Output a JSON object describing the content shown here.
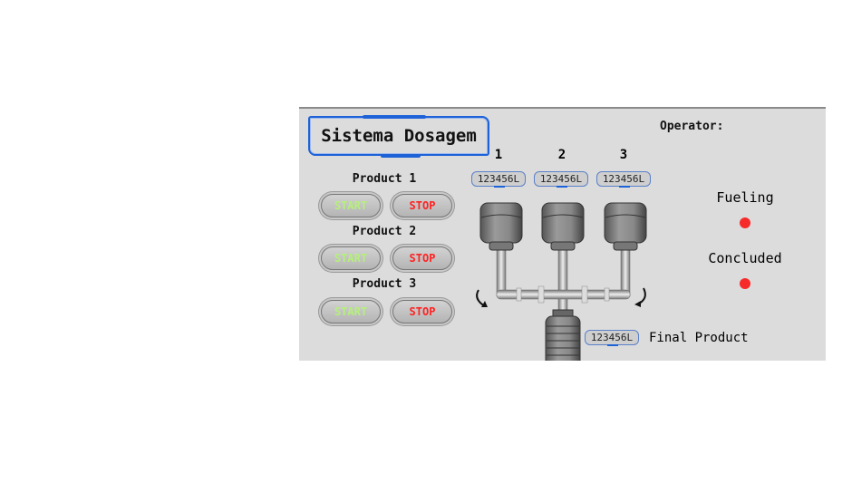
{
  "title": "Sistema Dosagem",
  "operator_label": "Operator:",
  "tanks": [
    {
      "number": "1",
      "value": "123456L"
    },
    {
      "number": "2",
      "value": "123456L"
    },
    {
      "number": "3",
      "value": "123456L"
    }
  ],
  "products": [
    {
      "label": "Product 1",
      "start": "START",
      "stop": "STOP"
    },
    {
      "label": "Product 2",
      "start": "START",
      "stop": "STOP"
    },
    {
      "label": "Product 3",
      "start": "START",
      "stop": "STOP"
    }
  ],
  "status": {
    "fueling": "Fueling",
    "concluded": "Concluded",
    "fueling_color": "#f72a2a",
    "concluded_color": "#f72a2a"
  },
  "final": {
    "value": "123456L",
    "label": "Final Product"
  }
}
